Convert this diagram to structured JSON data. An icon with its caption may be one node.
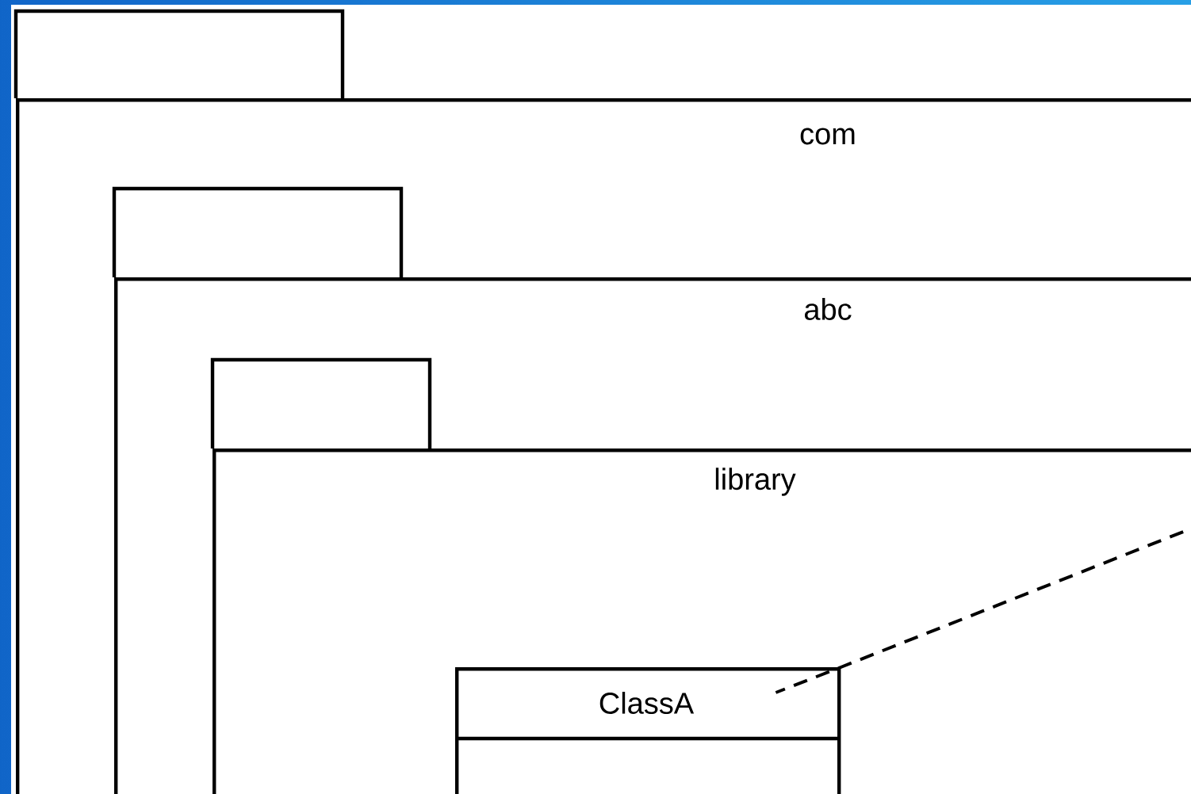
{
  "diagram": {
    "nodes": [
      {
        "text": [
          "com"
        ]
      },
      {
        "text": [
          "abc"
        ],
        "in": 0
      },
      {
        "text": [
          "library"
        ],
        "in": 1
      },
      {
        "text": [
          "ClassA"
        ],
        "in": 2
      }
    ],
    "edges": [
      {
        "from": null,
        "to": 3,
        "arrow": "none",
        "style": "dashed"
      }
    ]
  }
}
